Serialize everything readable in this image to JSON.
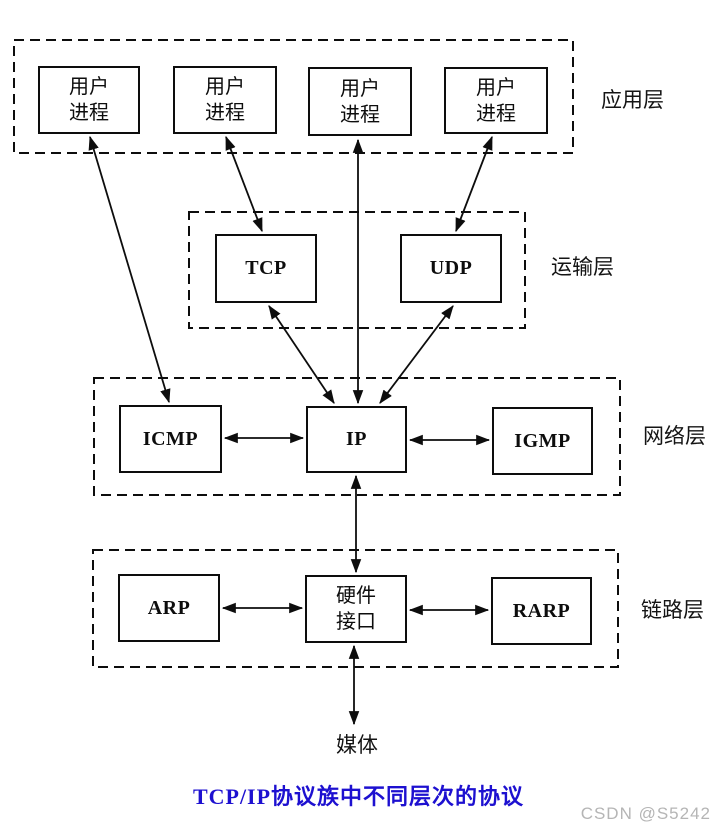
{
  "caption": "TCP/IP协议族中不同层次的协议",
  "watermark": "CSDN @S5242",
  "media_label": "媒体",
  "layers": {
    "application": {
      "label": "应用层",
      "boxes": [
        {
          "label": "用户进程"
        },
        {
          "label": "用户进程"
        },
        {
          "label": "用户进程"
        },
        {
          "label": "用户进程"
        }
      ]
    },
    "transport": {
      "label": "运输层",
      "boxes": [
        {
          "label": "TCP"
        },
        {
          "label": "UDP"
        }
      ]
    },
    "network": {
      "label": "网络层",
      "boxes": [
        {
          "label": "ICMP"
        },
        {
          "label": "IP"
        },
        {
          "label": "IGMP"
        }
      ]
    },
    "link": {
      "label": "链路层",
      "boxes": [
        {
          "label": "ARP"
        },
        {
          "label": "硬件接口"
        },
        {
          "label": "RARP"
        }
      ]
    }
  },
  "connections": [
    {
      "from": "用户进程-1",
      "to": "ICMP",
      "bidirectional": true
    },
    {
      "from": "用户进程-2",
      "to": "TCP",
      "bidirectional": true
    },
    {
      "from": "用户进程-3",
      "to": "IP",
      "bidirectional": true
    },
    {
      "from": "用户进程-4",
      "to": "UDP",
      "bidirectional": true
    },
    {
      "from": "TCP",
      "to": "IP",
      "bidirectional": true
    },
    {
      "from": "UDP",
      "to": "IP",
      "bidirectional": true
    },
    {
      "from": "ICMP",
      "to": "IP",
      "bidirectional": true
    },
    {
      "from": "IP",
      "to": "IGMP",
      "bidirectional": true
    },
    {
      "from": "IP",
      "to": "硬件接口",
      "bidirectional": true
    },
    {
      "from": "ARP",
      "to": "硬件接口",
      "bidirectional": true
    },
    {
      "from": "硬件接口",
      "to": "RARP",
      "bidirectional": true
    },
    {
      "from": "硬件接口",
      "to": "媒体",
      "bidirectional": true
    }
  ],
  "colors": {
    "caption_blue": "#1d10d0",
    "watermark_gray": "#b5b5b5",
    "line_black": "#000000"
  }
}
